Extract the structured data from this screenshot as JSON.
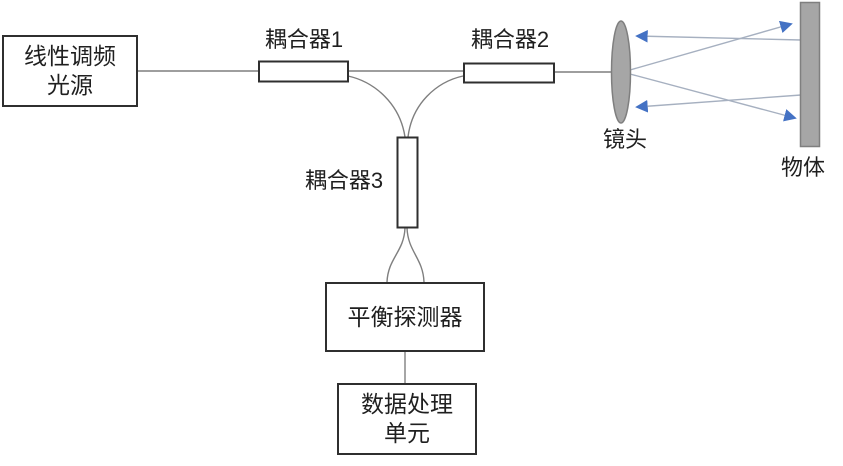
{
  "nodes": {
    "source": {
      "label": "线性调频\n光源"
    },
    "coupler1": {
      "label": "耦合器1"
    },
    "coupler2": {
      "label": "耦合器2"
    },
    "coupler3": {
      "label": "耦合器3"
    },
    "lens": {
      "label": "镜头"
    },
    "object": {
      "label": "物体"
    },
    "balanced_detector": {
      "label": "平衡探测器"
    },
    "data_processing": {
      "label": "数据处理\n单元"
    }
  },
  "colors": {
    "background": "#ffffff",
    "box_border": "#2f2f2f",
    "fiber_line": "#7f7f7f",
    "ray_line": "#a6b0c0",
    "arrow": "#4472c4",
    "optic_fill": "#a6a6a6",
    "optic_border": "#7f7f7f",
    "text": "#1f1f1f"
  }
}
